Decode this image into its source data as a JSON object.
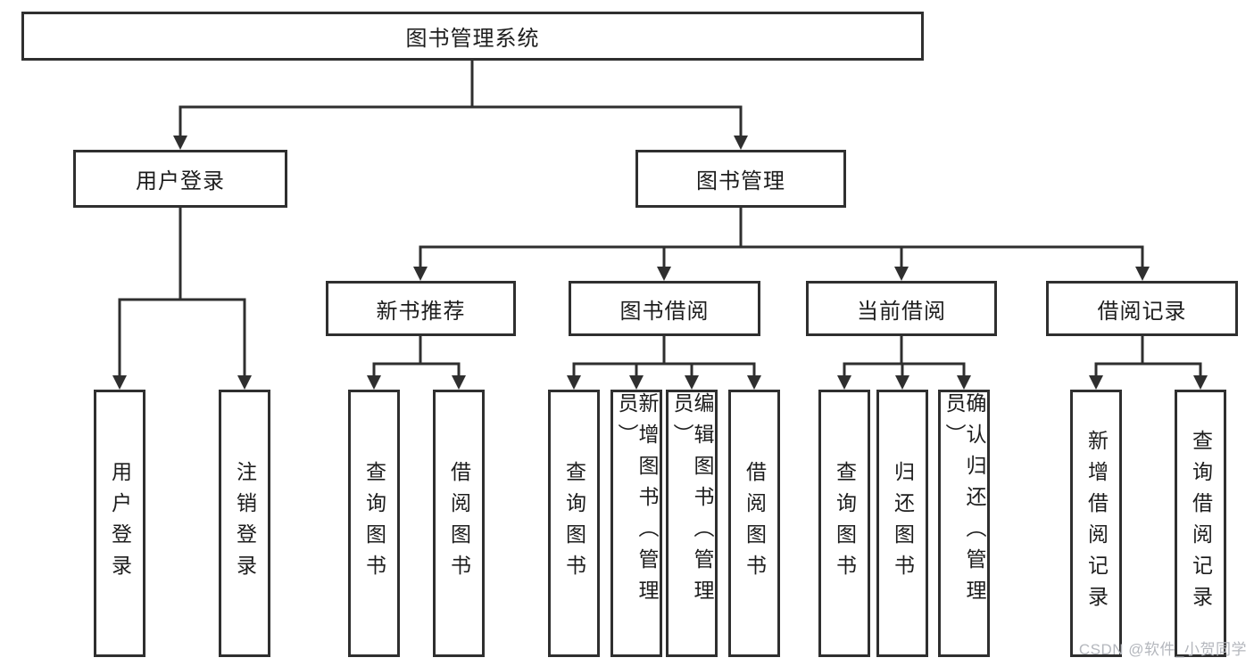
{
  "diagram": {
    "root_label": "图书管理系统",
    "user_branch": {
      "label": "用户登录",
      "children": [
        "用户登录",
        "注销登录"
      ]
    },
    "book_branch": {
      "label": "图书管理"
    },
    "groups": [
      {
        "label": "新书推荐",
        "children": [
          "查询图书",
          "借阅图书"
        ]
      },
      {
        "label": "图书借阅",
        "children": [
          "查询图书",
          "新增图书（管理员）",
          "编辑图书（管理员）",
          "借阅图书"
        ]
      },
      {
        "label": "当前借阅",
        "children": [
          "查询图书",
          "归还图书",
          "确认归还（管理员）"
        ]
      },
      {
        "label": "借阅记录",
        "children": [
          "新增借阅记录",
          "查询借阅记录"
        ]
      }
    ],
    "watermark": "CSDN @软件_小贺同学",
    "line_color": "#2f2f2f",
    "text_color": "#1d1d1d",
    "watermark_color": "#b4b7bd"
  }
}
